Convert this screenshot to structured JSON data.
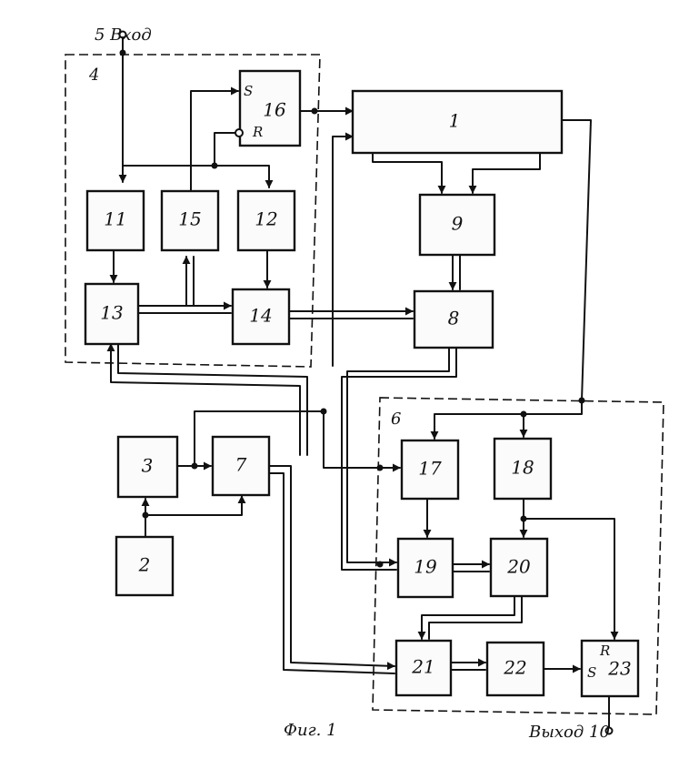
{
  "labels": {
    "input": "5 Вход",
    "output": "Выход 10",
    "figure": "Фиг. 1",
    "group4": "4",
    "group6": "6"
  },
  "blocks": {
    "b1": "1",
    "b2": "2",
    "b3": "3",
    "b7": "7",
    "b8": "8",
    "b9": "9",
    "b11": "11",
    "b12": "12",
    "b13": "13",
    "b14": "14",
    "b15": "15",
    "b16": "16",
    "b17": "17",
    "b18": "18",
    "b19": "19",
    "b20": "20",
    "b21": "21",
    "b22": "22",
    "b23": "23"
  },
  "pins": {
    "s16": "S",
    "r16": "R",
    "s23": "S",
    "r23": "R"
  }
}
